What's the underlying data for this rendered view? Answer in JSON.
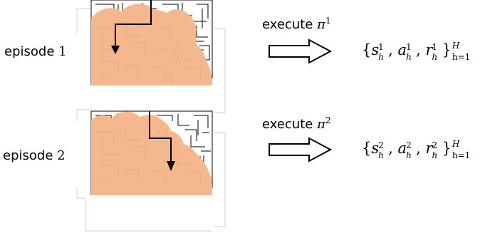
{
  "episodes": [
    {
      "label": "episode",
      "index": "1",
      "action_word": "execute",
      "policy_symbol": "π",
      "policy_superscript": "1",
      "result": {
        "open_brace": "{",
        "s": "s",
        "a": "a",
        "r": "r",
        "sup": "1",
        "sub": "h",
        "close_brace": "}",
        "upper": "H",
        "lower": "h=1"
      }
    },
    {
      "label": "episode",
      "index": "2",
      "action_word": "execute",
      "policy_symbol": "π",
      "policy_superscript": "2",
      "result": {
        "open_brace": "{",
        "s": "s",
        "a": "a",
        "r": "r",
        "sup": "2",
        "sub": "h",
        "close_brace": "}",
        "upper": "H",
        "lower": "h=1"
      }
    }
  ],
  "colors": {
    "explored": "#f4b78e",
    "maze_line": "#000000",
    "maze_hint": "#e8a87e",
    "bracket": "#d8d8d8"
  }
}
